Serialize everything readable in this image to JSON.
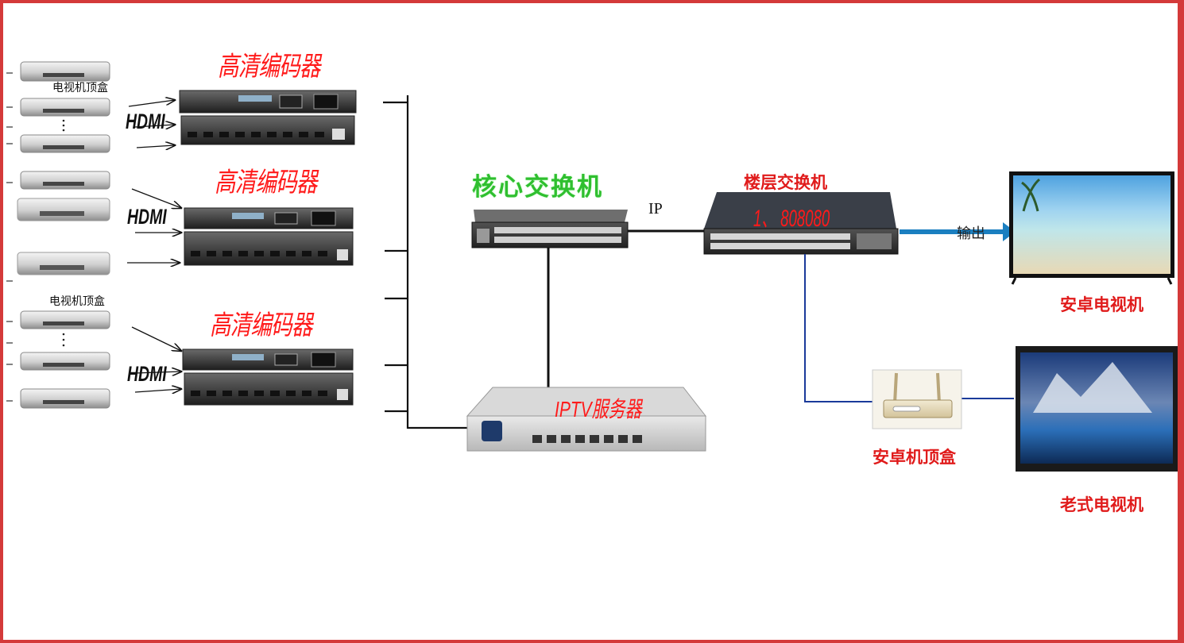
{
  "labels": {
    "encoder_title": [
      "高清编码器",
      "高清编码器",
      "高清编码器"
    ],
    "hdmi": [
      "HDMI",
      "HDMI",
      "HDMI"
    ],
    "stb_label": [
      "电视机顶盒",
      "电视机顶盒"
    ],
    "core_switch": "核心交换机",
    "floor_switch": "楼层交换机",
    "ip_link": "IP",
    "port_text": "1、 808080",
    "iptv_server": "IPTV服务器",
    "output": "输出",
    "android_tv": "安卓电视机",
    "android_box": "安卓机顶盒",
    "old_tv": "老式电视机"
  },
  "colors": {
    "frame": "#d43a3a",
    "title_red": "#ff1a1a",
    "green": "#2fbf2f",
    "link_blue": "#1a3a9a",
    "output_arrow": "#1b7fc0"
  }
}
